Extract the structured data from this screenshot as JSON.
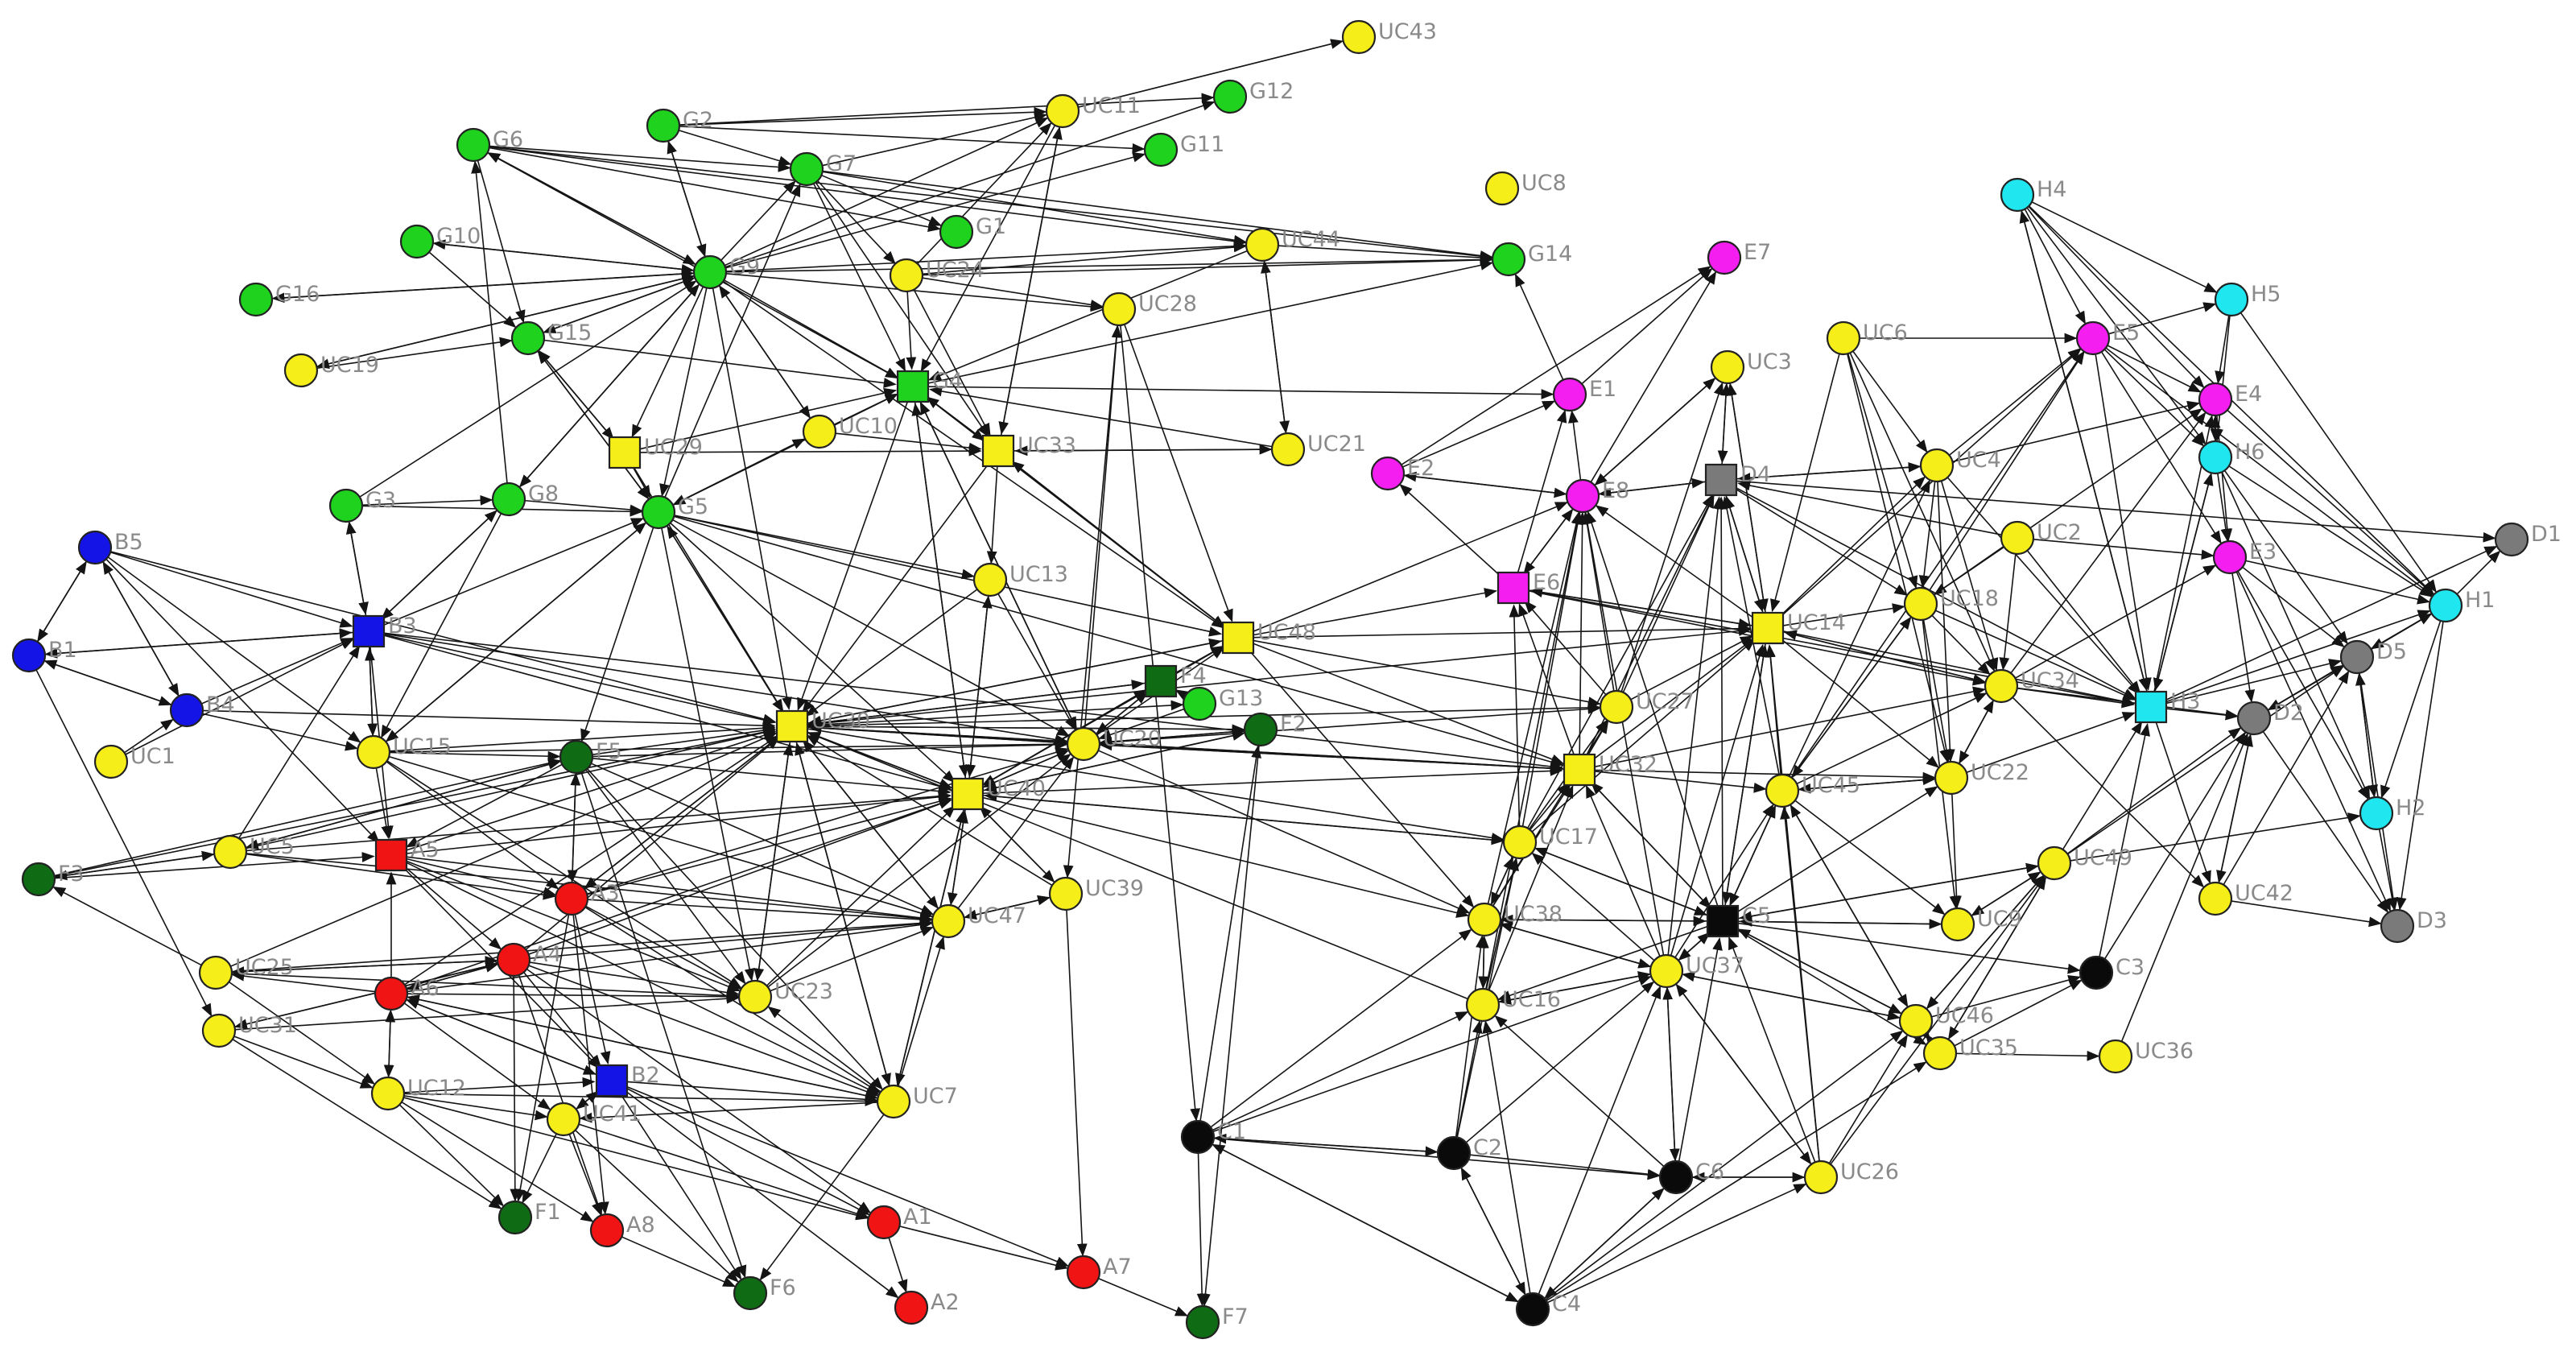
{
  "colors": {
    "yellow": "#f5ee18",
    "green": "#1ed21e",
    "dark_green": "#0f6b14",
    "blue": "#1414e6",
    "red": "#f01414",
    "magenta": "#f51ef0",
    "cyan": "#20e6f0",
    "gray": "#7a7a7a",
    "black": "#0a0a0a"
  },
  "nodes": [
    {
      "id": "UC43",
      "label": "UC43",
      "color": "yellow"
    },
    {
      "id": "G12",
      "label": "G12",
      "color": "green"
    },
    {
      "id": "UC11",
      "label": "UC11",
      "color": "yellow"
    },
    {
      "id": "G11",
      "label": "G11",
      "color": "green"
    },
    {
      "id": "G6",
      "label": "G6",
      "color": "green"
    },
    {
      "id": "G2",
      "label": "G2",
      "color": "green"
    },
    {
      "id": "G7",
      "label": "G7",
      "color": "green"
    },
    {
      "id": "UC8",
      "label": "UC8",
      "color": "yellow"
    },
    {
      "id": "H4",
      "label": "H4",
      "color": "cyan"
    },
    {
      "id": "G1",
      "label": "G1",
      "color": "green"
    },
    {
      "id": "G10",
      "label": "G10",
      "color": "green"
    },
    {
      "id": "G9",
      "label": "G9",
      "color": "green"
    },
    {
      "id": "UC24",
      "label": "UC24",
      "color": "yellow"
    },
    {
      "id": "UC44",
      "label": "UC44",
      "color": "yellow"
    },
    {
      "id": "G14",
      "label": "G14",
      "color": "green"
    },
    {
      "id": "E7",
      "label": "E7",
      "color": "magenta"
    },
    {
      "id": "G16",
      "label": "G16",
      "color": "green"
    },
    {
      "id": "UC28",
      "label": "UC28",
      "color": "yellow"
    },
    {
      "id": "H5",
      "label": "H5",
      "color": "cyan"
    },
    {
      "id": "UC6",
      "label": "UC6",
      "color": "yellow"
    },
    {
      "id": "E5",
      "label": "E5",
      "color": "magenta"
    },
    {
      "id": "UC19",
      "label": "UC19",
      "color": "yellow"
    },
    {
      "id": "G15",
      "label": "G15",
      "color": "green"
    },
    {
      "id": "UC3",
      "label": "UC3",
      "color": "yellow"
    },
    {
      "id": "G4",
      "label": "G4",
      "color": "green",
      "shape": "square"
    },
    {
      "id": "E1",
      "label": "E1",
      "color": "magenta"
    },
    {
      "id": "E4",
      "label": "E4",
      "color": "magenta"
    },
    {
      "id": "UC10",
      "label": "UC10",
      "color": "yellow"
    },
    {
      "id": "UC29",
      "label": "UC29",
      "color": "yellow",
      "shape": "square"
    },
    {
      "id": "UC33",
      "label": "UC33",
      "color": "yellow",
      "shape": "square"
    },
    {
      "id": "UC21",
      "label": "UC21",
      "color": "yellow"
    },
    {
      "id": "H6",
      "label": "H6",
      "color": "cyan"
    },
    {
      "id": "E2",
      "label": "E2",
      "color": "magenta"
    },
    {
      "id": "D4",
      "label": "D4",
      "color": "gray",
      "shape": "square"
    },
    {
      "id": "UC4",
      "label": "UC4",
      "color": "yellow"
    },
    {
      "id": "G3",
      "label": "G3",
      "color": "green"
    },
    {
      "id": "G8",
      "label": "G8",
      "color": "green"
    },
    {
      "id": "G5",
      "label": "G5",
      "color": "green"
    },
    {
      "id": "E8",
      "label": "E8",
      "color": "magenta"
    },
    {
      "id": "B5",
      "label": "B5",
      "color": "blue"
    },
    {
      "id": "UC2",
      "label": "UC2",
      "color": "yellow"
    },
    {
      "id": "D1",
      "label": "D1",
      "color": "gray"
    },
    {
      "id": "E3",
      "label": "E3",
      "color": "magenta"
    },
    {
      "id": "UC13",
      "label": "UC13",
      "color": "yellow"
    },
    {
      "id": "E6",
      "label": "E6",
      "color": "magenta",
      "shape": "square"
    },
    {
      "id": "UC18",
      "label": "UC18",
      "color": "yellow"
    },
    {
      "id": "H1",
      "label": "H1",
      "color": "cyan"
    },
    {
      "id": "B3",
      "label": "B3",
      "color": "blue",
      "shape": "square"
    },
    {
      "id": "UC48",
      "label": "UC48",
      "color": "yellow",
      "shape": "square"
    },
    {
      "id": "UC14",
      "label": "UC14",
      "color": "yellow",
      "shape": "square"
    },
    {
      "id": "B1",
      "label": "B1",
      "color": "blue"
    },
    {
      "id": "D5",
      "label": "D5",
      "color": "gray"
    },
    {
      "id": "F4",
      "label": "F4",
      "color": "dark_green",
      "shape": "square"
    },
    {
      "id": "UC34",
      "label": "UC34",
      "color": "yellow"
    },
    {
      "id": "G13",
      "label": "G13",
      "color": "green"
    },
    {
      "id": "B4",
      "label": "B4",
      "color": "blue"
    },
    {
      "id": "UC27",
      "label": "UC27",
      "color": "yellow"
    },
    {
      "id": "H3",
      "label": "H3",
      "color": "cyan",
      "shape": "square"
    },
    {
      "id": "D2",
      "label": "D2",
      "color": "gray"
    },
    {
      "id": "UC30",
      "label": "UC30",
      "color": "yellow",
      "shape": "square"
    },
    {
      "id": "F2",
      "label": "F2",
      "color": "dark_green"
    },
    {
      "id": "UC20",
      "label": "UC20",
      "color": "yellow"
    },
    {
      "id": "UC1",
      "label": "UC1",
      "color": "yellow"
    },
    {
      "id": "UC15",
      "label": "UC15",
      "color": "yellow"
    },
    {
      "id": "F5",
      "label": "F5",
      "color": "dark_green"
    },
    {
      "id": "UC32",
      "label": "UC32",
      "color": "yellow",
      "shape": "square"
    },
    {
      "id": "UC22",
      "label": "UC22",
      "color": "yellow"
    },
    {
      "id": "UC40",
      "label": "UC40",
      "color": "yellow",
      "shape": "square"
    },
    {
      "id": "UC45",
      "label": "UC45",
      "color": "yellow"
    },
    {
      "id": "H2",
      "label": "H2",
      "color": "cyan"
    },
    {
      "id": "UC5",
      "label": "UC5",
      "color": "yellow"
    },
    {
      "id": "A5",
      "label": "A5",
      "color": "red",
      "shape": "square"
    },
    {
      "id": "UC17",
      "label": "UC17",
      "color": "yellow"
    },
    {
      "id": "UC49",
      "label": "UC49",
      "color": "yellow"
    },
    {
      "id": "F3",
      "label": "F3",
      "color": "dark_green"
    },
    {
      "id": "A3",
      "label": "A3",
      "color": "red"
    },
    {
      "id": "UC39",
      "label": "UC39",
      "color": "yellow"
    },
    {
      "id": "UC47",
      "label": "UC47",
      "color": "yellow"
    },
    {
      "id": "UC38",
      "label": "UC38",
      "color": "yellow"
    },
    {
      "id": "C5",
      "label": "C5",
      "color": "black",
      "shape": "square"
    },
    {
      "id": "UC42",
      "label": "UC42",
      "color": "yellow"
    },
    {
      "id": "UC9",
      "label": "UC9",
      "color": "yellow"
    },
    {
      "id": "D3",
      "label": "D3",
      "color": "gray"
    },
    {
      "id": "UC25",
      "label": "UC25",
      "color": "yellow"
    },
    {
      "id": "A4",
      "label": "A4",
      "color": "red"
    },
    {
      "id": "UC37",
      "label": "UC37",
      "color": "yellow"
    },
    {
      "id": "C3",
      "label": "C3",
      "color": "black"
    },
    {
      "id": "A6",
      "label": "A6",
      "color": "red"
    },
    {
      "id": "UC23",
      "label": "UC23",
      "color": "yellow"
    },
    {
      "id": "UC16",
      "label": "UC16",
      "color": "yellow"
    },
    {
      "id": "UC31",
      "label": "UC31",
      "color": "yellow"
    },
    {
      "id": "UC46",
      "label": "UC46",
      "color": "yellow"
    },
    {
      "id": "UC35",
      "label": "UC35",
      "color": "yellow"
    },
    {
      "id": "UC36",
      "label": "UC36",
      "color": "yellow"
    },
    {
      "id": "B2",
      "label": "B2",
      "color": "blue",
      "shape": "square"
    },
    {
      "id": "UC12",
      "label": "UC12",
      "color": "yellow"
    },
    {
      "id": "UC7",
      "label": "UC7",
      "color": "yellow"
    },
    {
      "id": "UC41",
      "label": "UC41",
      "color": "yellow"
    },
    {
      "id": "C1",
      "label": "C1",
      "color": "black"
    },
    {
      "id": "C2",
      "label": "C2",
      "color": "black"
    },
    {
      "id": "C6",
      "label": "C6",
      "color": "black"
    },
    {
      "id": "UC26",
      "label": "UC26",
      "color": "yellow"
    },
    {
      "id": "F1",
      "label": "F1",
      "color": "dark_green"
    },
    {
      "id": "A8",
      "label": "A8",
      "color": "red"
    },
    {
      "id": "A1",
      "label": "A1",
      "color": "red"
    },
    {
      "id": "A7",
      "label": "A7",
      "color": "red"
    },
    {
      "id": "F6",
      "label": "F6",
      "color": "dark_green"
    },
    {
      "id": "A2",
      "label": "A2",
      "color": "red"
    },
    {
      "id": "F7",
      "label": "F7",
      "color": "dark_green"
    },
    {
      "id": "C4",
      "label": "C4",
      "color": "black"
    }
  ]
}
